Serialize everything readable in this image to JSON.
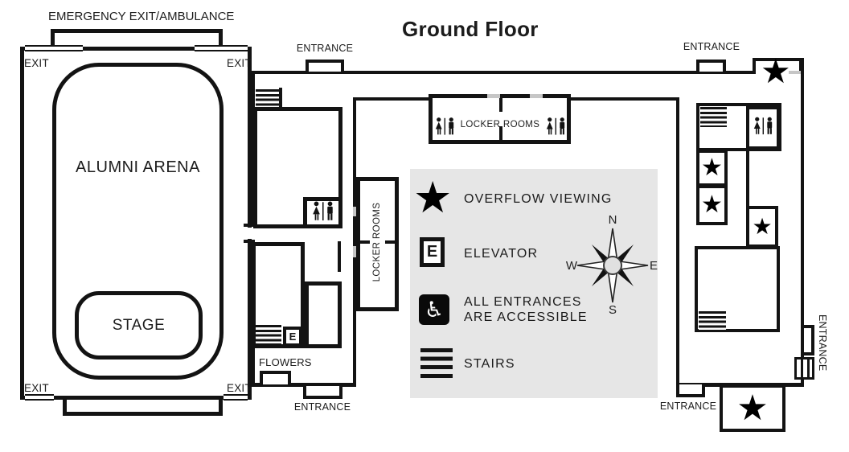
{
  "title": "Ground Floor",
  "labels": {
    "exit": "EXIT",
    "entrance": "ENTRANCE",
    "emergency": "EMERGENCY EXIT/AMBULANCE",
    "arena": "ALUMNI ARENA",
    "stage": "STAGE",
    "locker_rooms": "LOCKER  ROOMS",
    "flowers": "FLOWERS"
  },
  "legend": {
    "overflow": "OVERFLOW VIEWING",
    "elevator": "ELEVATOR",
    "accessible_line1": "ALL ENTRANCES",
    "accessible_line2": "ARE ACCESSIBLE",
    "stairs": "STAIRS"
  },
  "compass": {
    "n": "N",
    "e": "E",
    "s": "S",
    "w": "W"
  },
  "glyphs": {
    "star": "★",
    "wheelchair": "♿",
    "elevator_letter": "E"
  },
  "colors": {
    "wall": "#131313",
    "legend_bg": "#e6e6e6",
    "door_gap": "#c6c6c6"
  }
}
